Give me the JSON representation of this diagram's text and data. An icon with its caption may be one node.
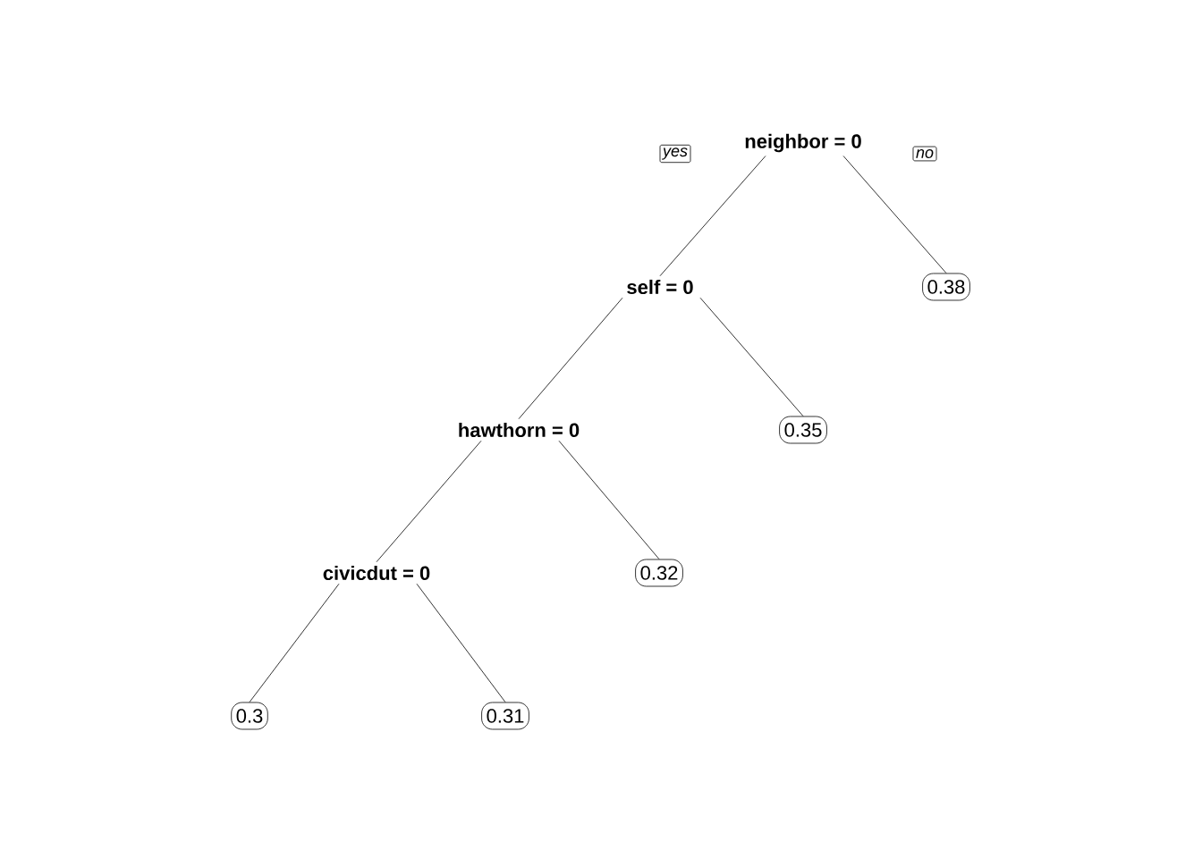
{
  "diagram": {
    "nodes": [
      {
        "text": [
          "neighbor = 0"
        ]
      },
      {
        "text": [
          "yes"
        ]
      },
      {
        "text": [
          "no"
        ]
      },
      {
        "text": [
          "self = 0"
        ]
      },
      {
        "text": [
          "0.38"
        ]
      },
      {
        "text": [
          "hawthorn = 0"
        ]
      },
      {
        "text": [
          "0.35"
        ]
      },
      {
        "text": [
          "civicdut = 0"
        ]
      },
      {
        "text": [
          "0.32"
        ]
      },
      {
        "text": [
          "0.3"
        ]
      },
      {
        "text": [
          "0.31"
        ]
      }
    ],
    "edges": [
      {
        "from": 0,
        "to": 3,
        "arrow": "none"
      },
      {
        "from": 0,
        "to": 4,
        "arrow": "none"
      },
      {
        "from": 3,
        "to": 5,
        "arrow": "none"
      },
      {
        "from": 3,
        "to": 6,
        "arrow": "none"
      },
      {
        "from": 5,
        "to": 7,
        "arrow": "none"
      },
      {
        "from": 5,
        "to": 8,
        "arrow": "none"
      },
      {
        "from": 7,
        "to": 9,
        "arrow": "none"
      },
      {
        "from": 7,
        "to": 10,
        "arrow": "none"
      }
    ]
  }
}
